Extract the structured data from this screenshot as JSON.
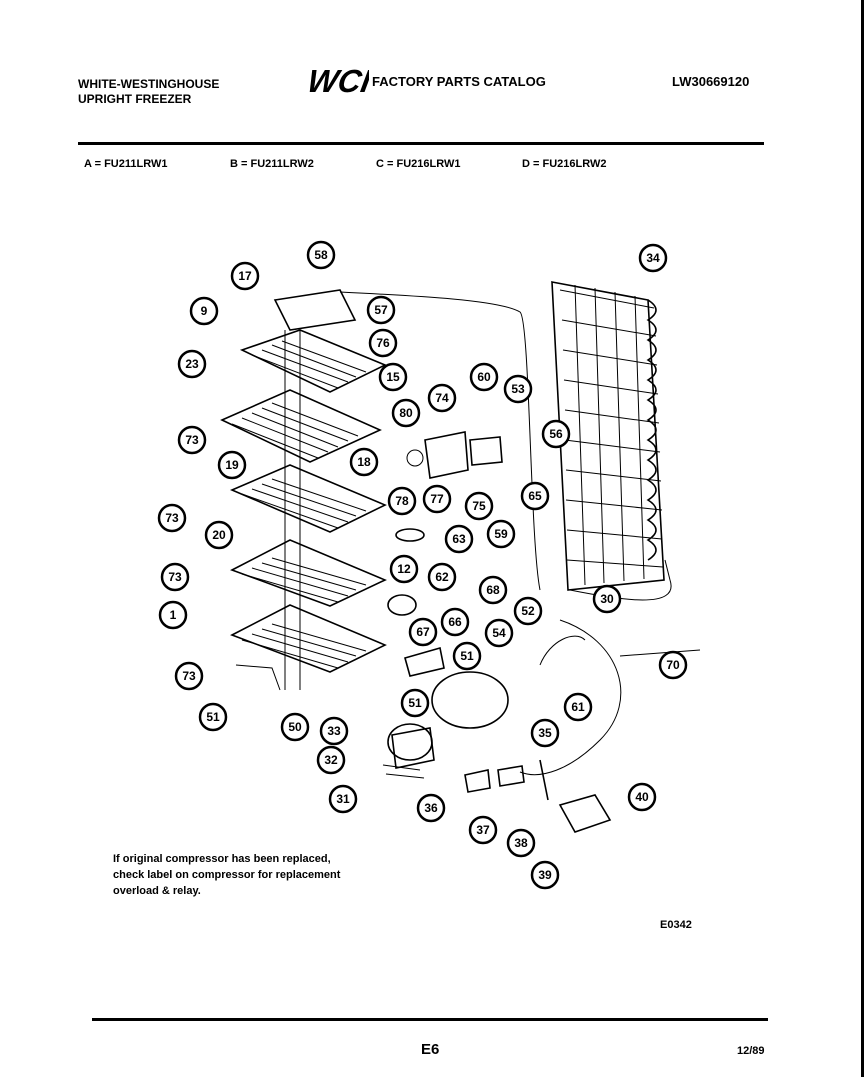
{
  "header": {
    "brand_line1": "WHITE-WESTINGHOUSE",
    "brand_line2": "UPRIGHT FREEZER",
    "logo_text": "WCI",
    "catalog_title": "FACTORY PARTS CATALOG",
    "document_number": "LW30669120"
  },
  "models": [
    {
      "label": "A = FU211LRW1"
    },
    {
      "label": "B = FU211LRW2"
    },
    {
      "label": "C = FU216LRW1"
    },
    {
      "label": "D = FU216LRW2"
    }
  ],
  "callouts": [
    "58",
    "17",
    "57",
    "9",
    "76",
    "23",
    "15",
    "60",
    "53",
    "74",
    "80",
    "56",
    "73",
    "18",
    "19",
    "78",
    "77",
    "75",
    "65",
    "73",
    "59",
    "20",
    "63",
    "73",
    "12",
    "62",
    "68",
    "30",
    "34",
    "1",
    "52",
    "66",
    "67",
    "54",
    "70",
    "51",
    "73",
    "61",
    "51",
    "50",
    "51",
    "33",
    "35",
    "32",
    "31",
    "36",
    "37",
    "38",
    "40",
    "39"
  ],
  "footer": {
    "note": "If original compressor has been replaced, check label on compressor for replacement overload & relay.",
    "diagram_code": "E0342",
    "page_number": "E6",
    "date": "12/89"
  },
  "colors": {
    "ink": "#000000",
    "paper": "#ffffff"
  }
}
